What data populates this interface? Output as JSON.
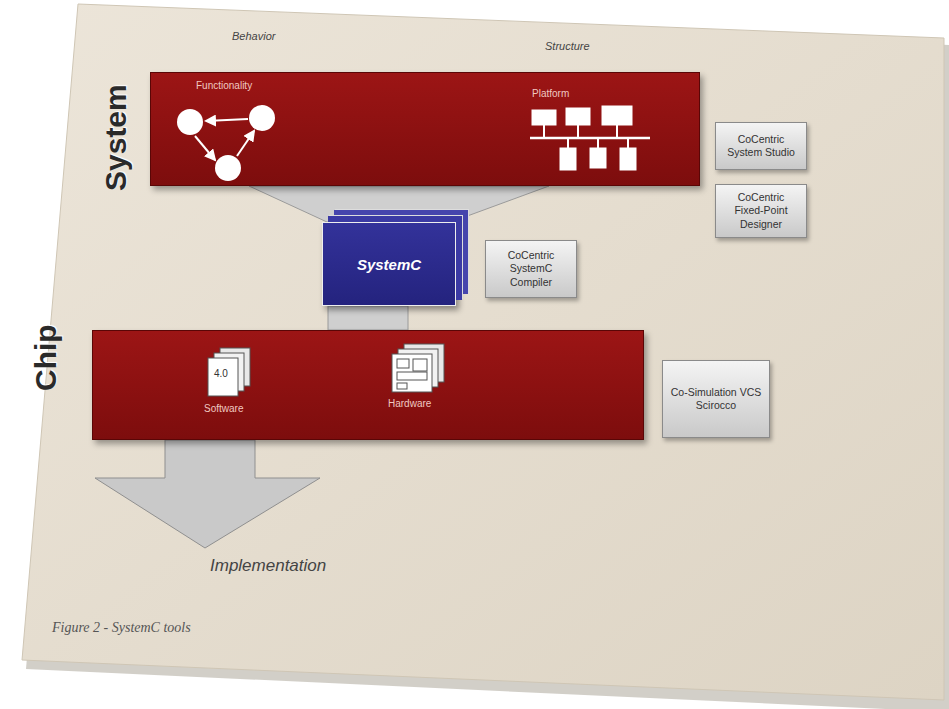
{
  "diagram": {
    "caption": "Figure 2 - SystemC tools",
    "nodes": [
      {
        "text": [
          "System"
        ]
      },
      {
        "text": [
          "CoCentric System Studio"
        ]
      },
      {
        "text": [
          "CoCentric Fixed-Point Designer"
        ]
      },
      {
        "text": [
          "SystemC"
        ]
      },
      {
        "text": [
          "CoCentric SystemC Compiler"
        ]
      },
      {
        "text": [
          "Chip"
        ]
      },
      {
        "text": [
          "Co-Simulation VCS Scirocco"
        ]
      }
    ],
    "edges": [
      {
        "from": 0,
        "to": 3,
        "arrow": "none"
      },
      {
        "from": 3,
        "to": 5,
        "arrow": "none"
      }
    ],
    "labels": [
      "Behavior",
      "Structure",
      "Functionality",
      "Platform",
      "4.0",
      "Software",
      "Hardware",
      "Implementation"
    ]
  }
}
